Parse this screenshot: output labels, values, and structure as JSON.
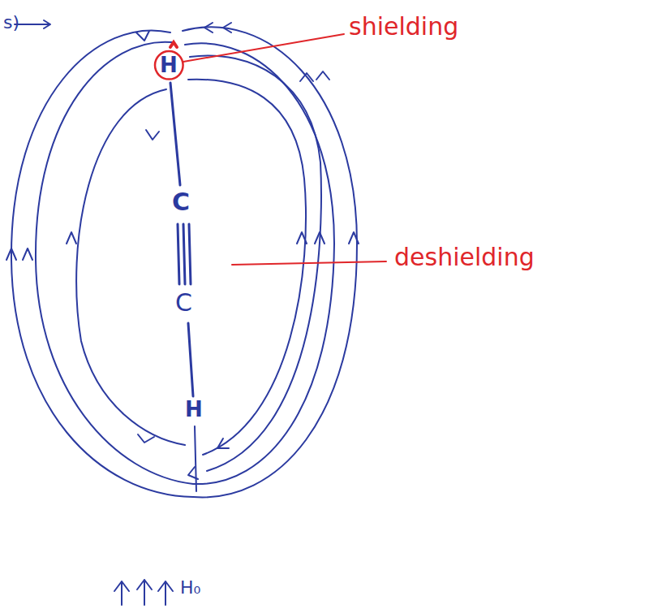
{
  "diagram": {
    "nodes": [
      {
        "text": [
          "H"
        ]
      }
    ],
    "labels": [
      "s)",
      "shielding",
      "deshielding",
      "C",
      "C",
      "H",
      "H₀"
    ]
  }
}
